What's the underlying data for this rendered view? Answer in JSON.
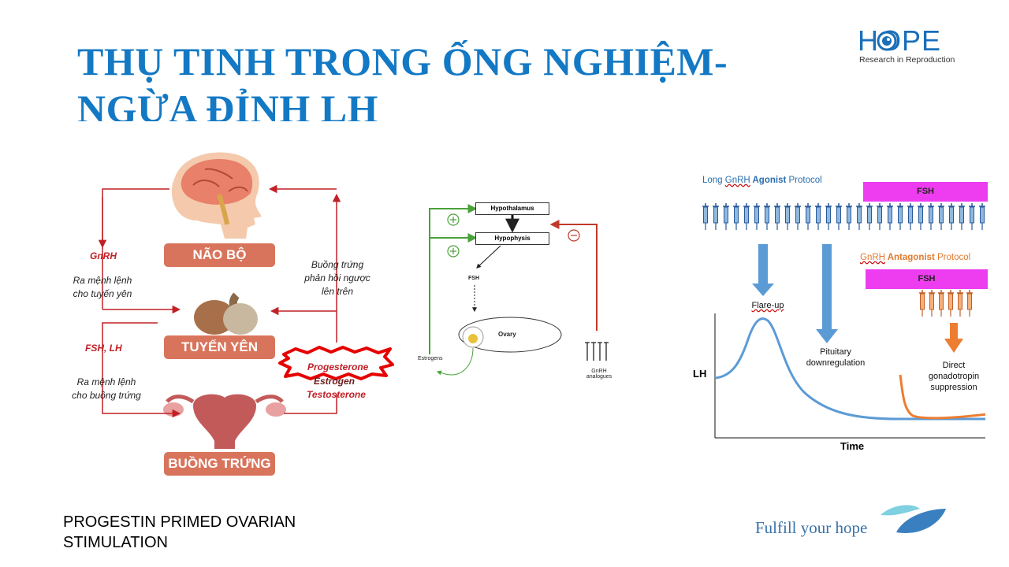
{
  "title": {
    "line1": "THỤ TINH TRONG ỐNG NGHIỆM-",
    "line2": "NGỪA ĐỈNH LH"
  },
  "logo": {
    "word": "HOPE",
    "tagline": "Research in Reproduction"
  },
  "left_diagram": {
    "brain_label": "NÃO BỘ",
    "pituitary_label": "TUYẾN YÊN",
    "ovary_label": "BUỒNG TRỨNG",
    "gnrh": "GnRH",
    "cmd_pituitary": [
      "Ra mệnh lệnh",
      "cho tuyến yên"
    ],
    "fsh_lh": "FSH, LH",
    "cmd_ovary": [
      "Ra mệnh lệnh",
      "cho buồng trứng"
    ],
    "feedback": [
      "Buồng trứng",
      "phản hồi ngược",
      "lên trên"
    ],
    "progesterone": "Progesterone",
    "estrogen": "Estrogen",
    "testosterone": "Testosterone"
  },
  "middle_diagram": {
    "hypothalamus": "Hypothalamus",
    "hypophysis": "Hypophysis",
    "fsh": "FSH",
    "ovary": "Ovary",
    "estrogens": "Estrogens",
    "gnrh_analogues": [
      "GnRH",
      "analogues"
    ],
    "colors": {
      "positive": "#4aa23a",
      "negative": "#c0392b"
    }
  },
  "right_diagram": {
    "long_protocol": {
      "pre": "Long ",
      "gnrh": "GnRH",
      "bold": " Agonist",
      "post": " Protocol"
    },
    "antagonist_protocol": {
      "gnrh": "GnRH",
      "bold": " Antagonist",
      "post": " Protocol"
    },
    "fsh": "FSH",
    "fsh2": "FSH",
    "flare_up": "Flare-up",
    "pituitary": [
      "Pituitary",
      "downregulation"
    ],
    "direct": [
      "Direct",
      "gonadotropin",
      "suppression"
    ],
    "y_axis": "LH",
    "x_axis": "Time",
    "colors": {
      "agonist": "#5b9bd5",
      "antagonist": "#ed7d31",
      "fsh_bar": "#ee3df0"
    }
  },
  "bottom_text": [
    "PROGESTIN PRIMED OVARIAN",
    "STIMULATION"
  ],
  "footer": {
    "tagline": "Fulfill your hope"
  }
}
